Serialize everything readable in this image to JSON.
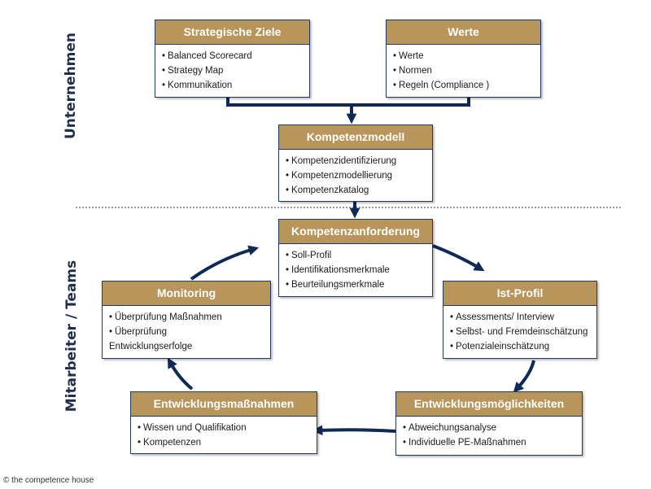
{
  "sections": {
    "company": "Unternehmen",
    "employees": "Mitarbeiter / Teams"
  },
  "boxes": {
    "strategische_ziele": {
      "title": "Strategische Ziele",
      "items": [
        "Balanced Scorecard",
        "Strategy Map",
        "Kommunikation"
      ]
    },
    "werte": {
      "title": "Werte",
      "items": [
        "Werte",
        "Normen",
        "Regeln (Compliance )"
      ]
    },
    "kompetenzmodell": {
      "title": "Kompetenzmodell",
      "items": [
        "Kompetenzidentifizierung",
        "Kompetenzmodellierung",
        "Kompetenzkatalog"
      ]
    },
    "kompetenzanforderung": {
      "title": "Kompetenzanforderung",
      "items": [
        "Soll-Profil",
        "Identifikationsmerkmale",
        "Beurteilungsmerkmale"
      ]
    },
    "ist_profil": {
      "title": "Ist-Profil",
      "items": [
        "Assessments/ Interview",
        "Selbst- und Fremdeinschätzung",
        "Potenzialeinschätzung"
      ]
    },
    "entwicklungsmoeglichkeiten": {
      "title": "Entwicklungsmöglichkeiten",
      "items": [
        "Abweichungsanalyse",
        "Individuelle PE-Maßnahmen"
      ]
    },
    "entwicklungsmassnahmen": {
      "title": "Entwicklungsmaßnahmen",
      "items": [
        "Wissen und Qualifikation",
        "Kompetenzen"
      ]
    },
    "monitoring": {
      "title": "Monitoring",
      "items": [
        "Überprüfung Maßnahmen",
        "Überprüfung Entwicklungserfolge"
      ]
    }
  },
  "footer": {
    "copyright": "© the competence house"
  },
  "colors": {
    "header_fill": "#b8955a",
    "border": "#1f3a66",
    "connector": "#0e2a55"
  }
}
